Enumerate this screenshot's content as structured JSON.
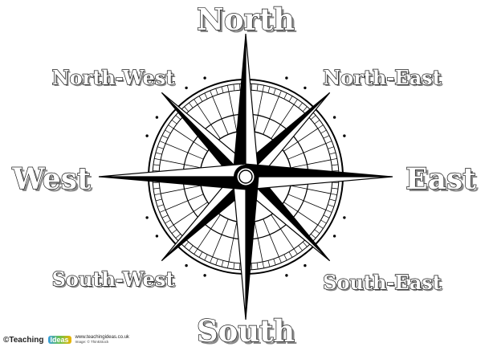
{
  "labels": {
    "north": "North",
    "north_east": "North-East",
    "east": "East",
    "south_east": "South-East",
    "south": "South",
    "south_west": "South-West",
    "west": "West",
    "north_west": "North-West"
  },
  "footer": {
    "brand_prefix": "©Teaching",
    "brand_logo": "Ideas",
    "website": "www.teachingideas.co.uk",
    "image_credit": "Image: © ThinkStock"
  },
  "colors": {
    "ink": "#000000",
    "label_fill": "#ffffff",
    "label_stroke": "#1a1a1a",
    "label_shadow": "#8a8a8a",
    "background": "#ffffff"
  }
}
